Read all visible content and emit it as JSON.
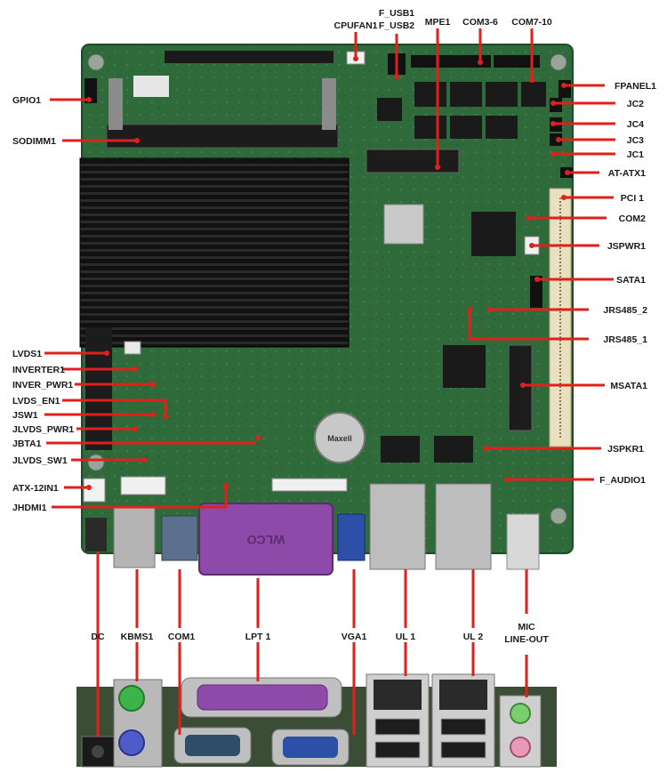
{
  "labels": {
    "gpio1": "GPIO1",
    "sodimm1": "SODIMM1",
    "cpufan1": "CPUFAN1",
    "f_usb1": "F_USB1",
    "f_usb2": "F_USB2",
    "mpe1": "MPE1",
    "com3_6": "COM3-6",
    "com7_10": "COM7-10",
    "fpanel1": "FPANEL1",
    "jc2": "JC2",
    "jc4": "JC4",
    "jc3": "JC3",
    "jc1": "JC1",
    "at_atx1": "AT-ATX1",
    "pci1": "PCI 1",
    "com2": "COM2",
    "jspwr1": "JSPWR1",
    "sata1": "SATA1",
    "jrs485_2": "JRS485_2",
    "jrs485_1": "JRS485_1",
    "msata1": "MSATA1",
    "jspkr1": "JSPKR1",
    "f_audio1": "F_AUDIO1",
    "lvds1": "LVDS1",
    "inverter1": "INVERTER1",
    "inver_pwr1": "INVER_PWR1",
    "lvds_en1": "LVDS_EN1",
    "jsw1": "JSW1",
    "jlvds_pwr1": "JLVDS_PWR1",
    "jbta1": "JBTA1",
    "jlvds_sw1": "JLVDS_SW1",
    "atx_12in1": "ATX-12IN1",
    "jhdmi1": "JHDMI1",
    "dc": "DC",
    "kbms1": "KBMS1",
    "com1": "COM1",
    "lpt1": "LPT 1",
    "vga1": "VGA1",
    "ul1": "UL 1",
    "ul2": "UL 2",
    "mic": "MIC",
    "line_out": "LINE-OUT"
  },
  "board_text": {
    "battery_brand": "Maxell",
    "parallel_port_print": "WLCO"
  },
  "colors": {
    "board_green": "#2f6a3a",
    "heatsink_black": "#151515",
    "leader_red": "#e0201b",
    "parallel_purple": "#8e4aa8",
    "vga_blue": "#2c4fa8",
    "pci_slot_cream": "#e9e0c2"
  }
}
